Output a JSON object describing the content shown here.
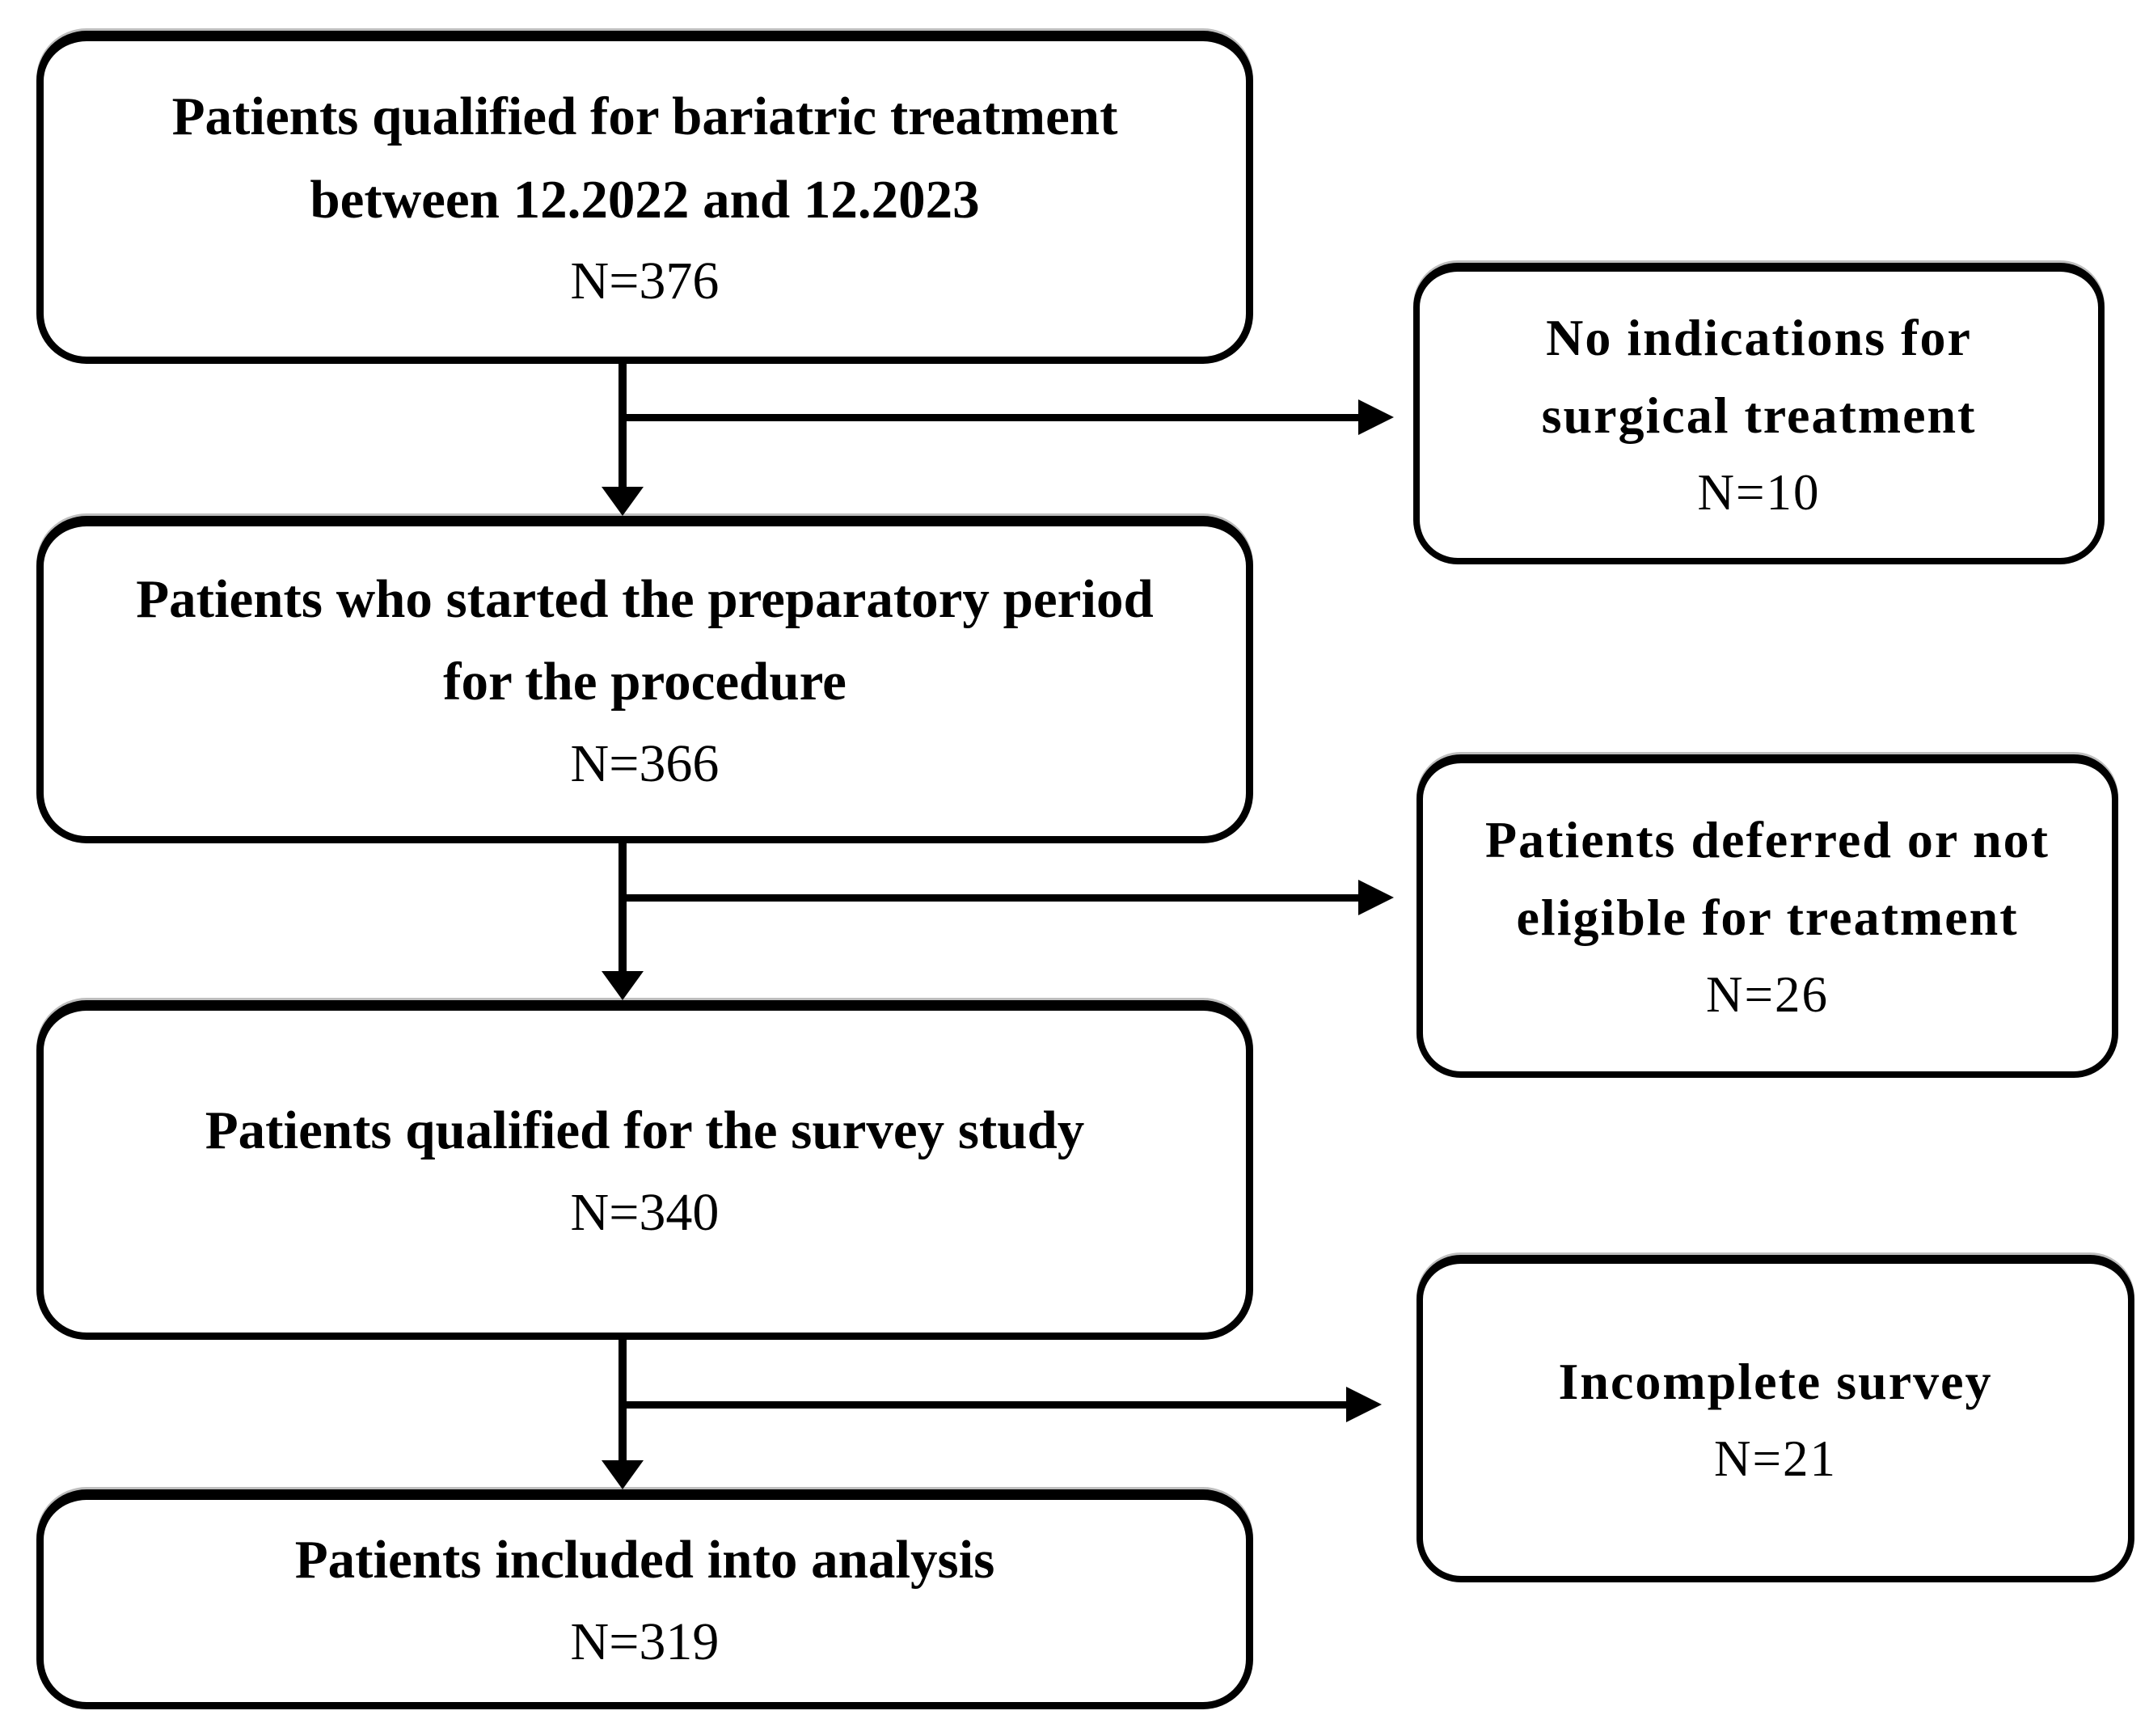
{
  "diagram": {
    "type": "patient-flowchart",
    "background_color": "#ffffff",
    "stroke_color": "#000000",
    "main_flow": [
      {
        "label": "Patients qualified for bariatric treatment between 12.2022 and 12.2023",
        "count": "N=376"
      },
      {
        "label": "Patients who started the preparatory period for the procedure",
        "count": "N=366"
      },
      {
        "label": "Patients qualified for the survey study",
        "count": "N=340"
      },
      {
        "label": "Patients included into analysis",
        "count": "N=319"
      }
    ],
    "exclusions": [
      {
        "label": "No indications for surgical treatment",
        "count": "N=10"
      },
      {
        "label": "Patients deferred or not eligible for treatment",
        "count": "N=26"
      },
      {
        "label": "Incomplete survey",
        "count": "N=21"
      }
    ]
  }
}
